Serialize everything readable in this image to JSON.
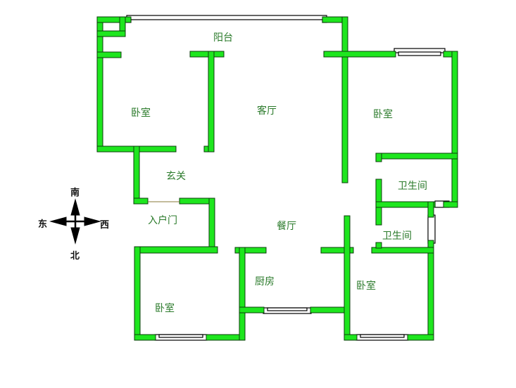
{
  "floorplan": {
    "wall_color": "#1ee61e",
    "label_color": "#2a7a2a",
    "rooms": [
      {
        "id": "balcony",
        "label": "阳台"
      },
      {
        "id": "living-room",
        "label": "客厅"
      },
      {
        "id": "bedroom-nw",
        "label": "卧室"
      },
      {
        "id": "bedroom-ne",
        "label": "卧室"
      },
      {
        "id": "foyer",
        "label": "玄关"
      },
      {
        "id": "bathroom-1",
        "label": "卫生间"
      },
      {
        "id": "entrance-door",
        "label": "入户门"
      },
      {
        "id": "dining-room",
        "label": "餐厅"
      },
      {
        "id": "bathroom-2",
        "label": "卫生间"
      },
      {
        "id": "kitchen",
        "label": "厨房"
      },
      {
        "id": "bedroom-se",
        "label": "卧室"
      },
      {
        "id": "bedroom-sw",
        "label": "卧室"
      }
    ]
  },
  "compass": {
    "north_top": "南",
    "south_bottom": "北",
    "west_left": "东",
    "east_right": "西"
  }
}
